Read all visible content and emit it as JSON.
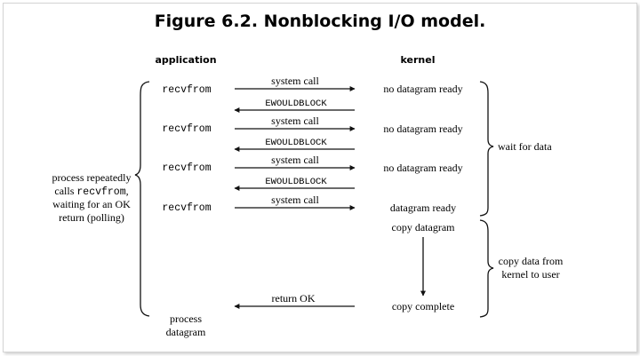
{
  "title": "Figure 6.2. Nonblocking I/O model.",
  "columns": {
    "application": "application",
    "kernel": "kernel"
  },
  "app_calls": [
    "recvfrom",
    "recvfrom",
    "recvfrom",
    "recvfrom"
  ],
  "system_call_label": "system call",
  "error_label": "EWOULDBLOCK",
  "kernel_states": [
    "no datagram ready",
    "no datagram ready",
    "no datagram ready",
    "datagram ready"
  ],
  "copy_datagram": "copy datagram",
  "copy_complete": "copy complete",
  "return_ok": "return OK",
  "process_datagram": [
    "process",
    "datagram"
  ],
  "left_note": {
    "line1": "process repeatedly",
    "line2_prefix": "calls ",
    "line2_code": "recvfrom",
    "line2_suffix": ",",
    "line3": "waiting for an OK",
    "line4": "return (polling)"
  },
  "right_notes": {
    "wait": "wait for data",
    "copy_line1": "copy data from",
    "copy_line2": "kernel to user"
  }
}
